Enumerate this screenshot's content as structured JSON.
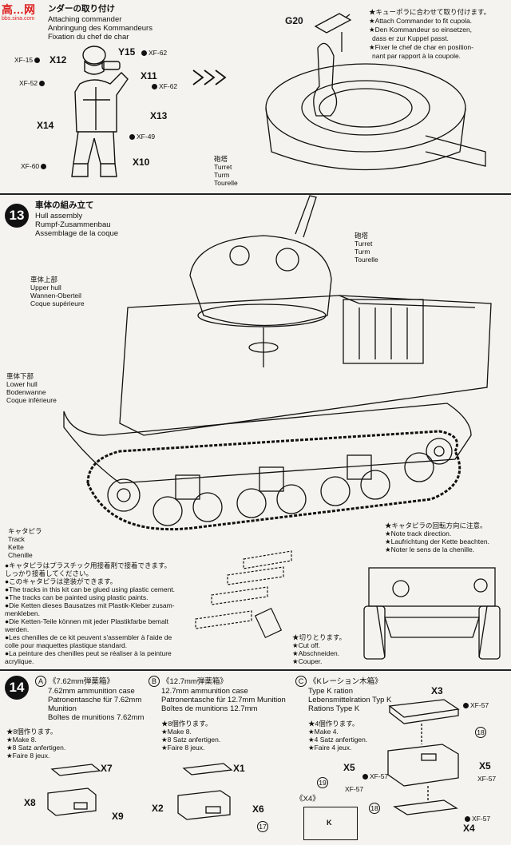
{
  "watermark": {
    "logo": "高…网",
    "url": "bbs.sina.com"
  },
  "step12": {
    "title_jp": "ンダーの取り付け",
    "title_en": "Attaching commander",
    "title_de": "Anbringung des Kommandeurs",
    "title_fr": "Fixation du chef de char",
    "parts": [
      {
        "label": "X12",
        "paint": "XF-15"
      },
      {
        "label": "Y15",
        "paint": "XF-62"
      },
      {
        "label": "X11",
        "paint": "XF-62"
      },
      {
        "label": "X13",
        "paint": "XF-49"
      },
      {
        "label": "X14",
        "paint": "XF-52"
      },
      {
        "label": "X10",
        "paint": "XF-60"
      }
    ],
    "g20": "G20",
    "note_jp": "★キューポラに合わせて取り付けます。",
    "note_en": "★Attach Commander to fit cupola.",
    "note_de1": "★Den Kommandeur so einsetzen,",
    "note_de2": "dass er zur Kuppel passt.",
    "note_fr1": "★Fixer le chef de char en position-",
    "note_fr2": "nant par rapport à la coupole.",
    "turret": [
      "砲塔",
      "Turret",
      "Turm",
      "Tourelle"
    ]
  },
  "step13": {
    "number": "13",
    "title_jp": "車体の組み立て",
    "title_en": "Hull assembly",
    "title_de": "Rumpf-Zusammenbau",
    "title_fr": "Assemblage de la coque",
    "turret": [
      "砲塔",
      "Turret",
      "Turm",
      "Tourelle"
    ],
    "upper_hull": [
      "車体上部",
      "Upper hull",
      "Wannen-Oberteil",
      "Coque supérieure"
    ],
    "lower_hull": [
      "車体下部",
      "Lower hull",
      "Bodenwanne",
      "Coque inférieure"
    ],
    "track": [
      "キャタピラ",
      "Track",
      "Kette",
      "Chenille"
    ],
    "direction_note": [
      "★キャタピラの回転方向に注意。",
      "★Note track direction.",
      "★Laufrichtung der Kette beachten.",
      "★Noter le sens de la chenille."
    ],
    "track_notes": [
      "●キャタピラはプラスチック用接着剤で接着できます。",
      "しっかり接着してください。",
      "●このキャタピラは塗装ができます。",
      "●The tracks in this kit can be glued using plastic cement.",
      "●The tracks can be painted using plastic paints.",
      "●Die Ketten dieses Bausatzes mit Plastik-Kleber zusam-",
      "menkleben.",
      "●Die Ketten-Teile können mit jeder Plastikfarbe bemalt",
      "werden.",
      "●Les chenilles de ce kit peuvent s'assembler à l'aide de",
      "colle pour maquettes plastique standard.",
      "●La peinture des chenilles peut se réaliser à la peinture",
      "acrylique."
    ],
    "cut_off": [
      "★切りとります。",
      "★Cut off.",
      "★Abschneiden.",
      "★Couper."
    ]
  },
  "step14": {
    "number": "14",
    "a": {
      "letter": "A",
      "title": "《7.62mm弾薬箱》",
      "lines": [
        "7.62mm ammunition case",
        "Patronentasche für 7.62mm",
        "Munition",
        "Boîtes de munitions 7.62mm"
      ],
      "make": [
        "★8個作ります。",
        "★Make 8.",
        "★8 Satz anfertigen.",
        "★Faire 8 jeux."
      ],
      "parts": [
        "X7",
        "X8",
        "X9"
      ]
    },
    "b": {
      "letter": "B",
      "title": "《12.7mm弾薬箱》",
      "lines": [
        "12.7mm ammunition case",
        "Patronentasche für 12.7mm Munition",
        "Boîtes de munitions 12.7mm"
      ],
      "make": [
        "★8個作ります。",
        "★Make 8.",
        "★8 Satz anfertigen.",
        "★Faire 8 jeux."
      ],
      "parts": [
        "X1",
        "X2",
        "X6"
      ],
      "callout": "17"
    },
    "c": {
      "letter": "C",
      "title": "《Kレーション木箱》",
      "lines": [
        "Type K ration",
        "Lebensmittelration Typ K",
        "Rations Type K"
      ],
      "make": [
        "★4個作ります。",
        "★Make 4.",
        "★4 Satz anfertigen.",
        "★Faire 4 jeux."
      ],
      "parts": [
        "X3",
        "X5",
        "X5",
        "X4"
      ],
      "paints": [
        "XF-57",
        "XF-57",
        "XF-57",
        "XF-57",
        "XF-57"
      ],
      "callouts": [
        "18",
        "19",
        "18"
      ],
      "x4_label": "《X4》",
      "k_label": "K"
    }
  }
}
